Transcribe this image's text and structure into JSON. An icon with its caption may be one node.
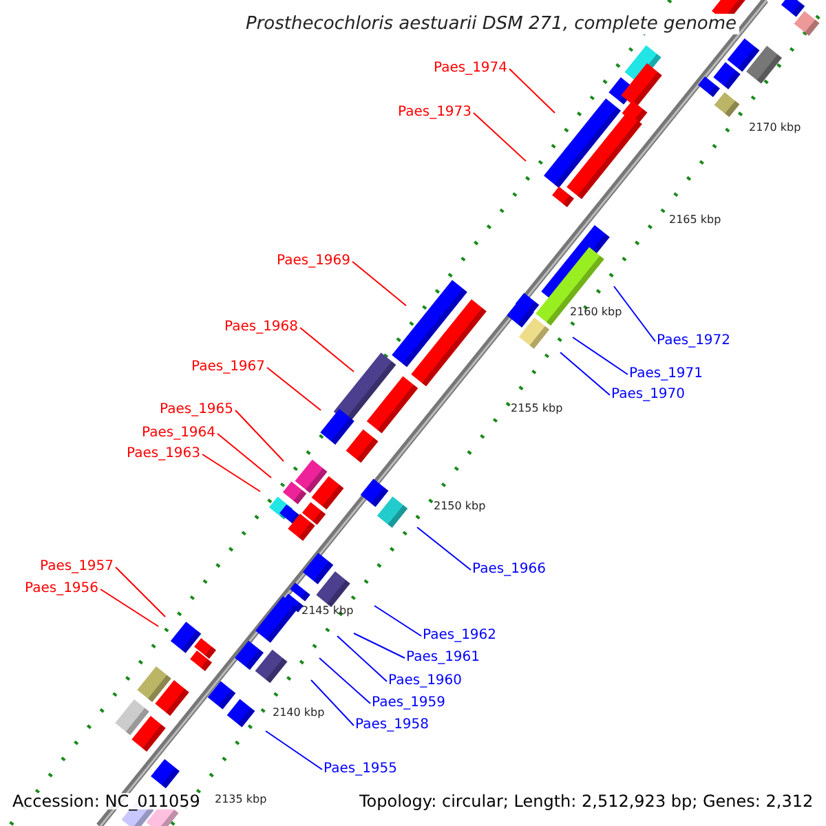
{
  "diagram": {
    "title": "Prosthecochloris aestuarii DSM 271, complete genome",
    "nodes": [
      {
        "text": [
          "Paes_1974"
        ]
      },
      {
        "text": [
          "Paes_1973"
        ]
      },
      {
        "text": [
          "Paes_1969"
        ]
      },
      {
        "text": [
          "Paes_1968"
        ]
      },
      {
        "text": [
          "Paes_1967"
        ]
      },
      {
        "text": [
          "Paes_1972"
        ]
      },
      {
        "text": [
          "Paes_1971"
        ]
      },
      {
        "text": [
          "Paes_1970"
        ]
      },
      {
        "text": [
          "Paes_1965"
        ]
      },
      {
        "text": [
          "Paes_1964"
        ]
      },
      {
        "text": [
          "Paes_1963"
        ]
      },
      {
        "text": [
          "Paes_1966"
        ]
      },
      {
        "text": [
          "Paes_1957"
        ]
      },
      {
        "text": [
          "Paes_1956"
        ]
      },
      {
        "text": [
          "Paes_1962"
        ]
      },
      {
        "text": [
          "Paes_1961"
        ]
      },
      {
        "text": [
          "Paes_1960"
        ]
      },
      {
        "text": [
          "Paes_1959"
        ]
      },
      {
        "text": [
          "Paes_1958"
        ]
      },
      {
        "text": [
          "Paes_1955"
        ]
      }
    ],
    "edges": [
      {
        "from": 0,
        "to": null,
        "arrow": "none"
      },
      {
        "from": 1,
        "to": null,
        "arrow": "none"
      },
      {
        "from": 2,
        "to": null,
        "arrow": "none"
      },
      {
        "from": 3,
        "to": null,
        "arrow": "none"
      },
      {
        "from": 4,
        "to": null,
        "arrow": "none"
      },
      {
        "from": 5,
        "to": null,
        "arrow": "none",
        "color": "#0000ff"
      },
      {
        "from": 6,
        "to": null,
        "arrow": "none",
        "color": "#0000ff"
      },
      {
        "from": 7,
        "to": null,
        "arrow": "none",
        "color": "#0000ff"
      },
      {
        "from": 8,
        "to": null,
        "arrow": "none"
      },
      {
        "from": 9,
        "to": null,
        "arrow": "none"
      },
      {
        "from": 10,
        "to": null,
        "arrow": "none"
      },
      {
        "from": 11,
        "to": null,
        "arrow": "none",
        "color": "#0000ff"
      },
      {
        "from": 12,
        "to": null,
        "arrow": "none"
      },
      {
        "from": 13,
        "to": null,
        "arrow": "none"
      },
      {
        "from": 14,
        "to": null,
        "arrow": "none",
        "color": "#0000ff"
      },
      {
        "from": 15,
        "to": null,
        "arrow": "none",
        "color": "#0000ff"
      },
      {
        "from": 16,
        "to": null,
        "arrow": "none",
        "color": "#0000ff"
      },
      {
        "from": 17,
        "to": null,
        "arrow": "none",
        "color": "#0000ff"
      },
      {
        "from": 18,
        "to": null,
        "arrow": "none",
        "color": "#0000ff"
      },
      {
        "from": 19,
        "to": null,
        "arrow": "none",
        "color": "#0000ff"
      }
    ],
    "labels": [
      "2170 kbp",
      "2165 kbp",
      "2160 kbp",
      "2155 kbp",
      "2150 kbp",
      "2145 kbp",
      "2140 kbp",
      "2135 kbp",
      "Accession: NC_011059",
      "Topology: circular; Length: 2,512,923 bp; Genes: 2,312"
    ]
  }
}
